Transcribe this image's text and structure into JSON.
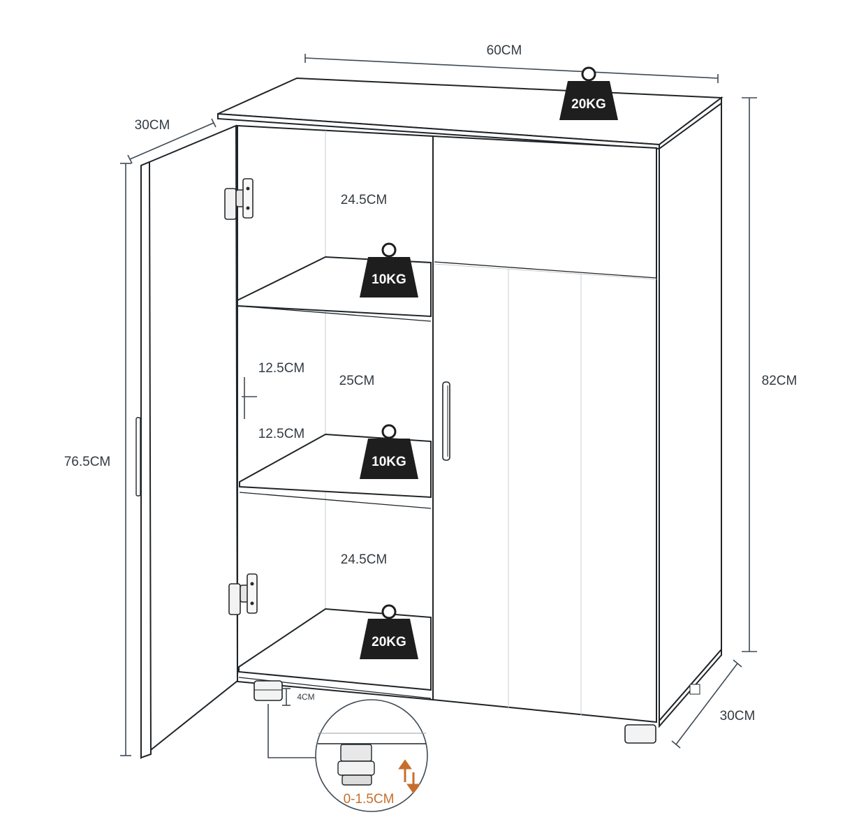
{
  "dimensions": {
    "width_top": "60CM",
    "depth_top": "30CM",
    "height_total": "82CM",
    "height_door": "76.5CM",
    "depth_bottom": "30CM",
    "shelf_top": "24.5CM",
    "shelf_middle": "25CM",
    "half_upper": "12.5CM",
    "half_lower": "12.5CM",
    "shelf_bottom": "24.5CM",
    "foot_height": "4CM",
    "foot_adjust": "0-1.5CM"
  },
  "loads": {
    "top": "20KG",
    "shelf_1": "10KG",
    "shelf_2": "10KG",
    "bottom": "20KG"
  },
  "colors": {
    "outline": "#1f2428",
    "dimension_line": "#3e4a55",
    "weight_badge": "#1e1e1e",
    "adjust_arrow": "#c66f2c"
  },
  "icons": {
    "weight": "weight-icon",
    "hinge": "hinge-icon",
    "handle": "door-handle-icon",
    "adjust": "up-down-arrows-icon"
  }
}
